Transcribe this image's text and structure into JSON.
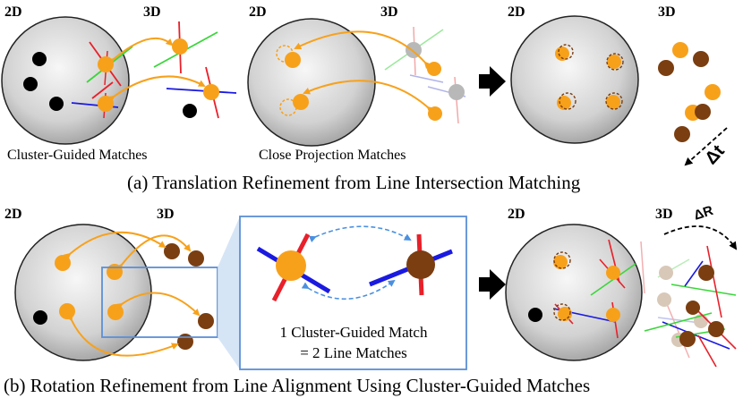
{
  "colors": {
    "orange": "#f7a11b",
    "brown": "#7a3e10",
    "red": "#e8202a",
    "green": "#3ad63a",
    "blue": "#1a1ae0",
    "gray": "#b8b8b8",
    "frame": "#5b8fd6",
    "arrow_dashed": "#4a90e2"
  },
  "labels": {
    "two_d": "2D",
    "three_d": "3D"
  },
  "panel_a": {
    "caption_left": "Cluster-Guided Matches",
    "caption_mid": "Close Projection Matches",
    "delta": "Δt",
    "title": "(a) Translation Refinement from Line Intersection Matching"
  },
  "panel_b": {
    "inset_line1": "1 Cluster-Guided Match",
    "inset_line2": "= 2 Line Matches",
    "delta": "ΔR",
    "title": "(b) Rotation Refinement from Line Alignment Using Cluster-Guided Matches"
  }
}
